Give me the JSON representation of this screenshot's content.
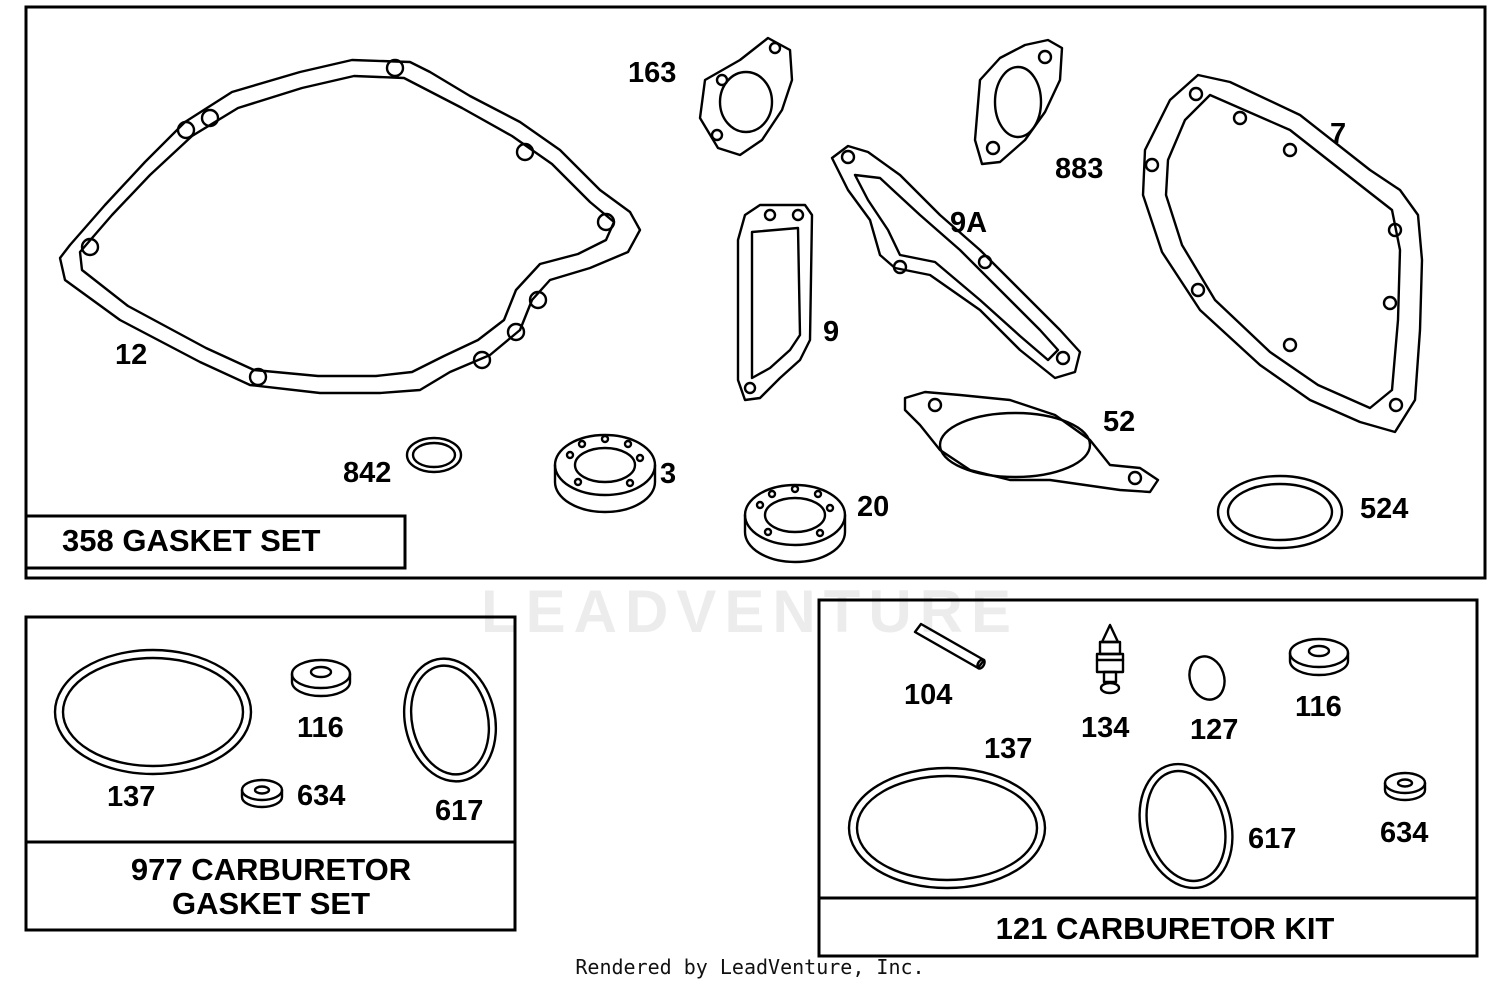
{
  "watermark": "LEADVENTURE",
  "footer": "Rendered by LeadVenture, Inc.",
  "sets": {
    "gasket_set": {
      "title": "358 GASKET SET"
    },
    "carb_gasket_set": {
      "title_line1": "977 CARBURETOR",
      "title_line2": "GASKET SET"
    },
    "carb_kit": {
      "title": "121 CARBURETOR KIT"
    }
  },
  "parts": {
    "p12": "12",
    "p163": "163",
    "p883": "883",
    "p7": "7",
    "p9A": "9A",
    "p9": "9",
    "p52": "52",
    "p842": "842",
    "p3": "3",
    "p20": "20",
    "p524": "524",
    "c137": "137",
    "c116": "116",
    "c634": "634",
    "c617": "617",
    "k104": "104",
    "k134": "134",
    "k127": "127",
    "k116": "116",
    "k137": "137",
    "k617": "617",
    "k634": "634"
  }
}
